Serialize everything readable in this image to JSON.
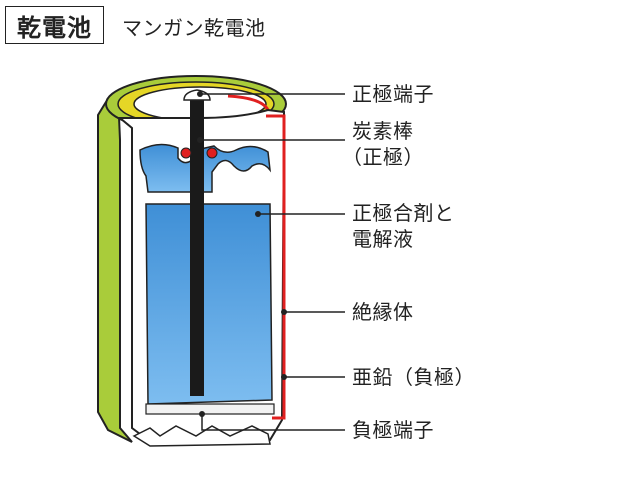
{
  "title": "乾電池",
  "subtitle": "マンガン乾電池",
  "colors": {
    "outer_jacket": "#a9cc3a",
    "seal_ring": "#e5d626",
    "electrolyte": "#3f8fd6",
    "electrolyte_light": "#7dbdf0",
    "zinc_line": "#e02020",
    "carbon_rod": "#1a1a1a",
    "inner_wall": "#f2f2f2"
  },
  "labels": {
    "positive_terminal": "正極端子",
    "carbon_rod_line1": "炭素棒",
    "carbon_rod_line2": "（正極）",
    "cathode_line1": "正極合剤と",
    "cathode_line2": "電解液",
    "separator": "絶縁体",
    "zinc_line1": "亜鉛（負極）",
    "negative_terminal": "負極端子"
  }
}
